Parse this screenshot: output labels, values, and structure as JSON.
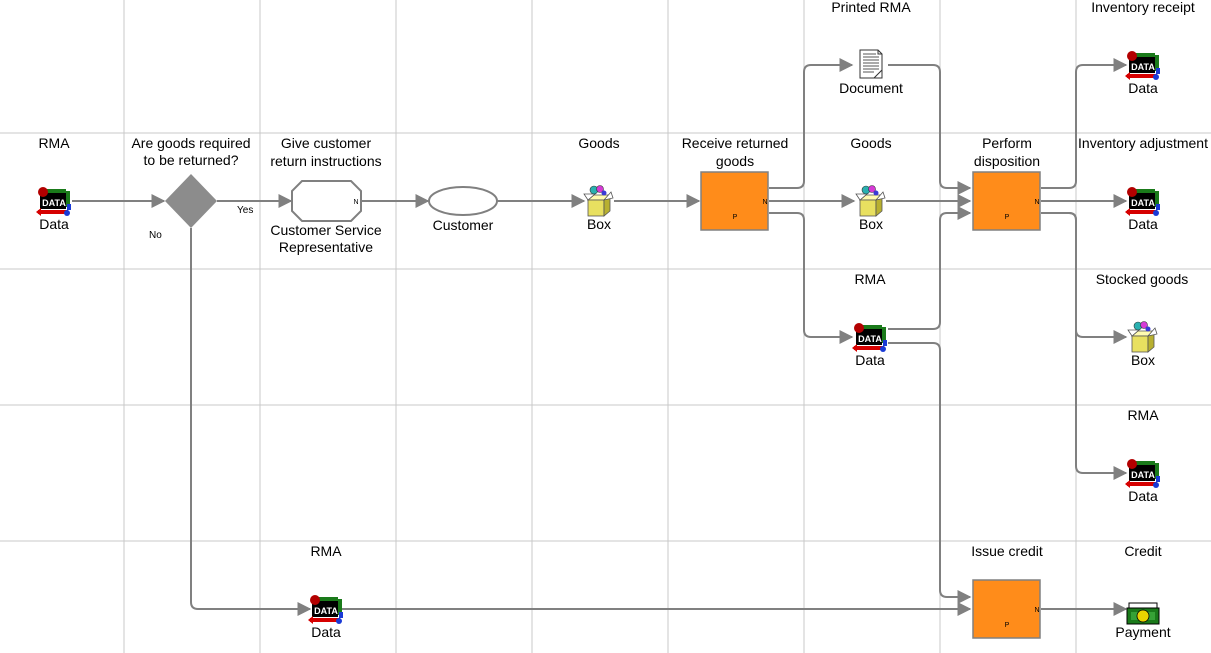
{
  "nodes": {
    "data_rma_start": {
      "title": "RMA",
      "caption": "Data",
      "icon": "data-icon"
    },
    "decision": {
      "title_line1": "Are goods required",
      "title_line2": "to be returned?",
      "yes": "Yes",
      "no": "No"
    },
    "give_instructions": {
      "title_line1": "Give customer",
      "title_line2": "return instructions",
      "caption_line1": "Customer Service",
      "caption_line2": "Representative",
      "marker": "N"
    },
    "customer": {
      "caption": "Customer"
    },
    "box_goods_1": {
      "title": "Goods",
      "caption": "Box",
      "icon": "box-icon"
    },
    "receive": {
      "title_line1": "Receive returned",
      "title_line2": "goods",
      "marker_n": "N",
      "marker_p": "P"
    },
    "doc_printed_rma": {
      "title": "Printed RMA",
      "caption": "Document",
      "icon": "document-icon"
    },
    "box_goods_2": {
      "title": "Goods",
      "caption": "Box",
      "icon": "box-icon"
    },
    "data_rma_mid": {
      "title": "RMA",
      "caption": "Data",
      "icon": "data-icon"
    },
    "perform": {
      "title_line1": "Perform",
      "title_line2": "disposition",
      "marker_n": "N",
      "marker_p": "P"
    },
    "data_inv_receipt": {
      "title": "Inventory receipt",
      "caption": "Data",
      "icon": "data-icon"
    },
    "data_inv_adjust": {
      "title": "Inventory adjustment",
      "caption": "Data",
      "icon": "data-icon"
    },
    "box_stocked": {
      "title": "Stocked goods",
      "caption": "Box",
      "icon": "box-icon"
    },
    "data_rma_right": {
      "title": "RMA",
      "caption": "Data",
      "icon": "data-icon"
    },
    "data_rma_bottom": {
      "title": "RMA",
      "caption": "Data",
      "icon": "data-icon"
    },
    "issue_credit": {
      "title": "Issue credit",
      "marker_n": "N",
      "marker_p": "P"
    },
    "payment": {
      "title": "Credit",
      "caption": "Payment",
      "icon": "payment-icon"
    },
    "data_glyph_text": "DATA"
  },
  "colors": {
    "activity_fill": "#ff8c1a",
    "decision_fill": "#8c8c8c",
    "connector": "#808080",
    "grid": "#c8c8c8"
  }
}
